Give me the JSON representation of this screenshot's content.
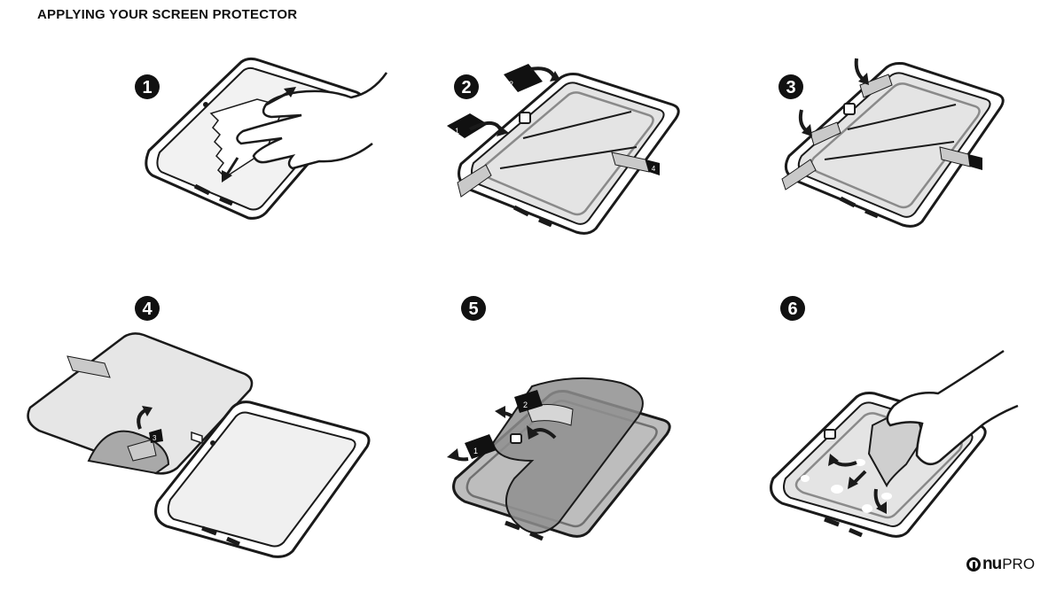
{
  "page_title": "APPLYING YOUR SCREEN PROTECTOR",
  "steps": [
    {
      "number": "1"
    },
    {
      "number": "2"
    },
    {
      "number": "3"
    },
    {
      "number": "4"
    },
    {
      "number": "5"
    },
    {
      "number": "6"
    }
  ],
  "tab_labels": {
    "one": "1",
    "two": "2",
    "three": "3",
    "four": "4"
  },
  "logo": {
    "nu": "nu",
    "pro": "PRO"
  },
  "colors": {
    "outline": "#1a1a1a",
    "screen": "#e8e8e8",
    "film": "#d6d6d6",
    "film_dark": "#8f8f8f",
    "tab": "#c9c9c9"
  }
}
